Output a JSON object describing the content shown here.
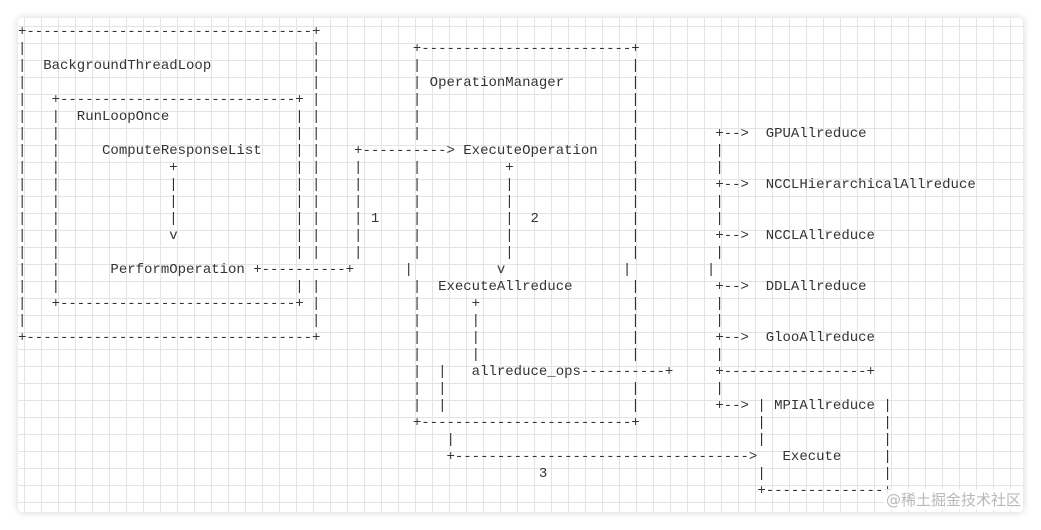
{
  "diagram": {
    "lines": [
      "+----------------------------------+",
      "|                                  |           +-------------------------+",
      "|  BackgroundThreadLoop            |           |                         |",
      "|                                  |           | OperationManager        |",
      "|   +----------------------------+ |           |                         |",
      "|   |  RunLoopOnce               | |           |                         |",
      "|   |                            | |           |                         |         +-->  GPUAllreduce",
      "|   |     ComputeResponseList    | |    +----------> ExecuteOperation    |         |",
      "|   |             +              | |    |      |          +              |         |",
      "|   |             |              | |    |      |          |              |         +-->  NCCLHierarchicalAllreduce",
      "|   |             |              | |    |      |          |              |         |",
      "|   |             |              | |    | 1    |          |  2           |         |",
      "|   |             v              | |    |      |          |              |         +-->  NCCLAllreduce",
      "|   |                            | |    |      |          |              |         |",
      "|   |      PerformOperation +----------+      |          v              |         |",
      "|   |                            | |           |  ExecuteAllreduce       |         +-->  DDLAllreduce",
      "|   +----------------------------+ |           |      +                  |         |",
      "|                                  |           |      |                  |         |",
      "+----------------------------------+           |      |                  |         +-->  GlooAllreduce",
      "                                               |      |                  |         |",
      "                                               |  |   allreduce_ops----------+     +-----------------+",
      "                                               |  |                      |         |",
      "                                               |  |                      |         +--> | MPIAllreduce |",
      "                                               +-------------------------+              |              |",
      "                                                   |                                    |              |",
      "                                                   +----------------------------------->   Execute     |",
      "                                                              3                         |              |",
      "                                                                                        +--------------+"
    ]
  },
  "watermark": "@稀土掘金技术社区"
}
